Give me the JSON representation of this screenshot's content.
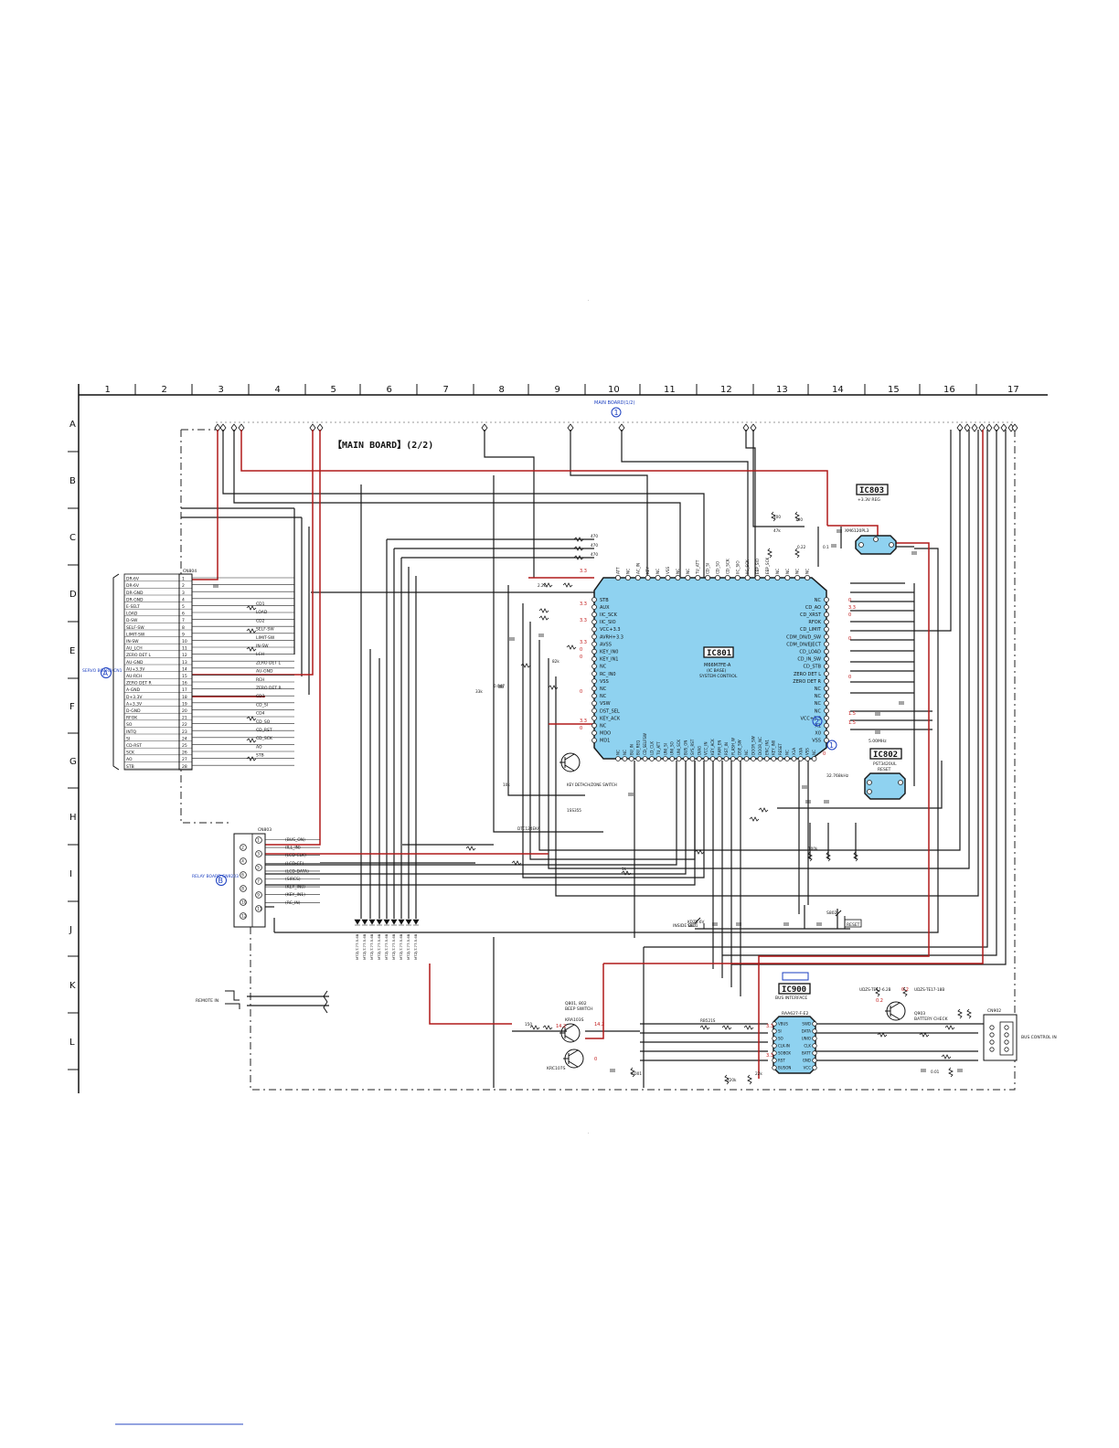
{
  "sheet": {
    "board_title": "【MAIN BOARD】(2/2)",
    "column_numbers": [
      "1",
      "2",
      "3",
      "4",
      "5",
      "6",
      "7",
      "8",
      "9",
      "10",
      "11",
      "12",
      "13",
      "14",
      "15",
      "16",
      "17"
    ],
    "row_letters": [
      "A",
      "B",
      "C",
      "D",
      "E",
      "F",
      "G",
      "H",
      "I",
      "J",
      "K",
      "L"
    ],
    "top_link_label": "MAIN BOARD(1/2)",
    "top_link_marker": "1"
  },
  "ic801": {
    "name": "IC801",
    "part": "M66M7FE-A",
    "sub": "(IC BASE)",
    "function": "SYSTEM CONTROL",
    "left_pins": [
      "STB",
      "AUX",
      "IIC_SCK",
      "IIC_SIO",
      "VCC+3.3",
      "AVRH+3.3",
      "AVSS",
      "KEY_IN0",
      "KEY_IN1",
      "NC",
      "RC_IN0",
      "VSS",
      "NC",
      "NC",
      "VSW",
      "DST_SEL",
      "KEY_ACK",
      "NC",
      "MDO",
      "MD1"
    ],
    "right_pins": [
      "NC",
      "CD_AO",
      "CD_XRST",
      "RFOK",
      "CD_LIMIT",
      "CDM_DN/D_SW",
      "CDM_DN/EJECT",
      "CD_LOAD",
      "CD_IN_SW",
      "CD_STB",
      "ZERO DET L",
      "ZERO DET R",
      "NC",
      "NC",
      "NC",
      "NC",
      "VCC+3.3",
      "X1",
      "X0",
      "VSS"
    ],
    "top_pins": [
      "ATT",
      "NC",
      "AC_IN",
      "KEY",
      "NC",
      "VSS",
      "NC",
      "NC",
      "TU_ATT",
      "CD_SI",
      "CD_SO",
      "CD_SCK",
      "IIC_SIO",
      "IIC_SCK",
      "EEP_SIO",
      "EEP_SCK",
      "NC",
      "NC",
      "NC",
      "NC"
    ],
    "bottom_pins": [
      "NC",
      "NC",
      "BU_IN",
      "BU_REQ",
      "CD_SELFSW",
      "LD_CLK",
      "TU_ATT",
      "UNI_SI",
      "UNI_SO",
      "UNI_SCK",
      "BUS_ON",
      "SYS_RST",
      "DIAG",
      "VCC_IN",
      "KEY_ACK",
      "RAM_EN",
      "RST_IN",
      "FLASH_W",
      "DSE_SW",
      "NC",
      "DOOR_SW",
      "DOOR_NC",
      "ENC_IN1",
      "KEY_IN0",
      "RESET",
      "NC",
      "X1A",
      "X0A",
      "VSS",
      "NC"
    ],
    "clock_note": "32.768kHz",
    "xtal_main": "5.00MHz"
  },
  "ic803": {
    "name": "IC803",
    "function": "+3.3V REG",
    "part": "XM6120PL3"
  },
  "ic802": {
    "name": "IC802",
    "part": "PST3420UL",
    "function": "RESET"
  },
  "ic900": {
    "name": "IC900",
    "function": "BUS INTERFACE",
    "part": "RAA627-F-E2",
    "pins_left": [
      "VBUS",
      "SI",
      "SO",
      "CLK-IN",
      "SOBOX",
      "RST",
      "BUSON"
    ],
    "pins_right": [
      "SWD",
      "DATA",
      "UNIO",
      "CLK",
      "BATT",
      "GND",
      "VCC"
    ]
  },
  "servo_connector": {
    "label": "SERVO BOARD CN1",
    "marker": "A",
    "ref": "CN804",
    "pins": [
      {
        "n": "1",
        "sig": "DR-6V"
      },
      {
        "n": "2",
        "sig": "DR-6V"
      },
      {
        "n": "3",
        "sig": "DR-GND"
      },
      {
        "n": "4",
        "sig": "DR-GND"
      },
      {
        "n": "5",
        "sig": "E-SELT"
      },
      {
        "n": "6",
        "sig": "LOAD"
      },
      {
        "n": "7",
        "sig": "D-SW"
      },
      {
        "n": "8",
        "sig": "SELF-SW"
      },
      {
        "n": "9",
        "sig": "LIMIT-SW"
      },
      {
        "n": "10",
        "sig": "IN-SW"
      },
      {
        "n": "11",
        "sig": "AU_LCH"
      },
      {
        "n": "12",
        "sig": "ZERO DET L"
      },
      {
        "n": "13",
        "sig": "AU-GND"
      },
      {
        "n": "14",
        "sig": "AU+3.3V"
      },
      {
        "n": "15",
        "sig": "AU-RCH"
      },
      {
        "n": "16",
        "sig": "ZERO DET R"
      },
      {
        "n": "17",
        "sig": "A-GND"
      },
      {
        "n": "18",
        "sig": "D+3.3V"
      },
      {
        "n": "19",
        "sig": "A+3.3V"
      },
      {
        "n": "20",
        "sig": "D-GND"
      },
      {
        "n": "21",
        "sig": "RFOK"
      },
      {
        "n": "22",
        "sig": "SO"
      },
      {
        "n": "23",
        "sig": "INTQ"
      },
      {
        "n": "24",
        "sig": "SI"
      },
      {
        "n": "25",
        "sig": "CD-RST"
      },
      {
        "n": "26",
        "sig": "SCK"
      },
      {
        "n": "27",
        "sig": "AO"
      },
      {
        "n": "28",
        "sig": "STB"
      }
    ],
    "right_nets": [
      "CD1",
      "LOAD",
      "CD2",
      "SELF-SW",
      "LIMIT-SW",
      "IN-SW",
      "LCH",
      "ZERO DET L",
      "AU-GND",
      "RCH",
      "ZERO DET R",
      "CD3",
      "CD_SI",
      "CD4",
      "CD_SO",
      "CD_RST",
      "CD_SCK",
      "AO",
      "STB"
    ]
  },
  "relay_connector": {
    "label": "RELAY BOARD CN9203",
    "marker": "B",
    "ref": "CN803",
    "pins": [
      "1",
      "2",
      "3",
      "4",
      "5",
      "6",
      "7",
      "8",
      "9",
      "10",
      "11",
      "12"
    ],
    "nets": [
      "(BUS_ON)",
      "(ILL_IN)",
      "(LCD-CLK)",
      "(LCD-CE)",
      "(LCD-DATA)",
      "(SIRCS)",
      "(KEY_IN0)",
      "(KEY_IN1)",
      "(RC_IN)"
    ]
  },
  "bus_connector": {
    "label": "BUS CONTROL IN",
    "ref": "CN902"
  },
  "remote": {
    "label": "REMOTE IN"
  },
  "switches": [
    {
      "label": "INSIDE DET",
      "ref": "S801"
    },
    {
      "label": "RESET",
      "ref": "S802"
    },
    {
      "label": "KEY DETACH/ZONE SWITCH"
    }
  ],
  "transistors": [
    {
      "ref": "Q801, 802",
      "note": "BEEP SWITCH"
    },
    {
      "ref": "KRA103S"
    },
    {
      "ref": "KRC107S"
    },
    {
      "ref": "Q903",
      "note": "BATTERY CHECK"
    }
  ],
  "voltages": [
    "3.3",
    "3.3",
    "3.3",
    "3.3",
    "0",
    "0",
    "0",
    "3.3",
    "0",
    "0",
    "3.3",
    "0",
    "0",
    "0",
    "1.5",
    "1.5",
    "0",
    "14.2",
    "14.2",
    "0",
    "3.3",
    "3.3",
    "0.2",
    "0.2"
  ],
  "part_values": [
    "470",
    "470",
    "470",
    "100",
    "100",
    "0.22",
    "47k",
    "22k",
    "10k",
    "1k",
    "100k",
    "0.1",
    "0.001",
    "0.047",
    "2.2k",
    "0.01",
    "33k",
    "220k",
    "150",
    "82k",
    "1SS355",
    "DTC124EKA",
    "RB521S",
    "KDZ5.6V",
    "UDZS-TE17-6.2B",
    "UDZS-TE17-18B"
  ],
  "colors": {
    "chip_fill": "#8fd2f0",
    "power_trace": "#b01a1a",
    "link_marker": "#1a3ec0",
    "voltage": "#c01818"
  }
}
